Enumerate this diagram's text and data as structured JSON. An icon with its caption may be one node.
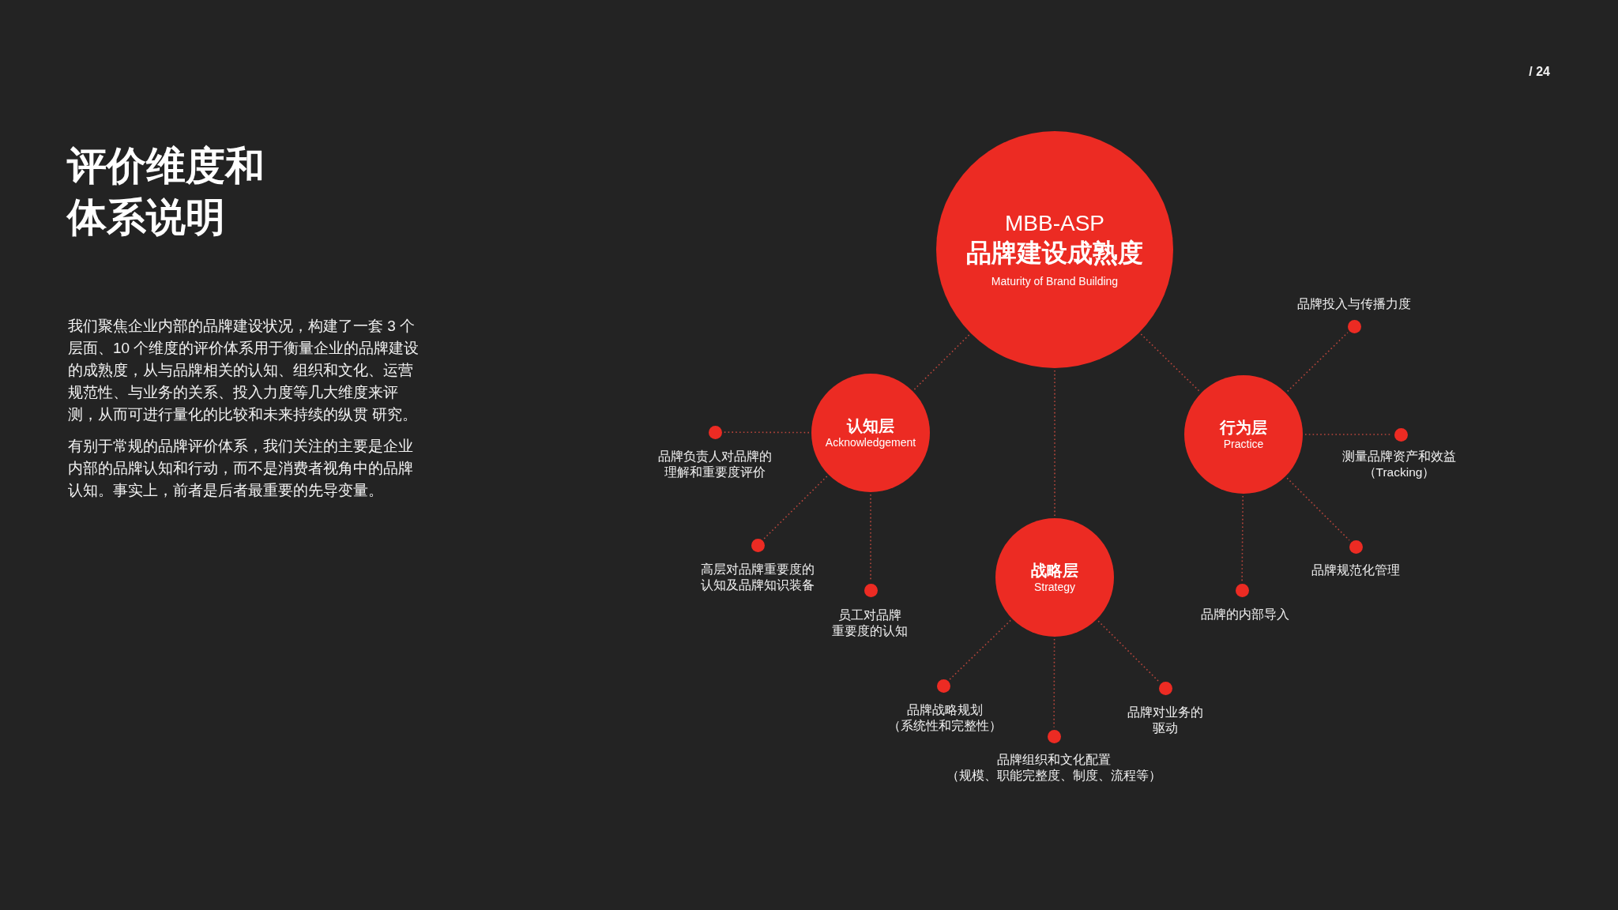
{
  "diagram": {
    "title": "评价维度和体系说明",
    "nodes": [
      {
        "text": [
          "MBB-ASP",
          "品牌建设成熟度",
          "Maturity of Brand Building"
        ]
      },
      {
        "text": [
          "认知层",
          "Acknowledgement"
        ]
      },
      {
        "text": [
          "行为层",
          "Practice"
        ]
      },
      {
        "text": [
          "战略层",
          "Strategy"
        ]
      },
      {
        "text": [],
        "shape": "circle",
        "beside": [
          "品牌负责人对品牌的理解和重要度评价"
        ]
      },
      {
        "text": [],
        "shape": "circle",
        "beside": [
          "高层对品牌重要度的认知及品牌知识装备"
        ]
      },
      {
        "text": [],
        "shape": "circle",
        "beside": [
          "员工对品牌重要度的认知"
        ]
      },
      {
        "text": [],
        "shape": "circle",
        "beside": [
          "品牌投入与传播力度"
        ]
      },
      {
        "text": [],
        "shape": "circle",
        "beside": [
          "测量品牌资产和效益（Tracking）"
        ]
      },
      {
        "text": [],
        "shape": "circle",
        "beside": [
          "品牌规范化管理"
        ]
      },
      {
        "text": [],
        "shape": "circle",
        "beside": [
          "品牌的内部导入"
        ]
      },
      {
        "text": [],
        "shape": "circle",
        "beside": [
          "品牌战略规划（系统性和完整性）"
        ]
      },
      {
        "text": [],
        "shape": "circle",
        "beside": [
          "品牌组织和文化配置（规模、职能完整度、制度、流程等）"
        ]
      },
      {
        "text": [],
        "shape": "circle",
        "beside": [
          "品牌对业务的驱动"
        ]
      }
    ],
    "edges": [
      {
        "from": 0,
        "to": 1,
        "arrow": "none"
      },
      {
        "from": 0,
        "to": 2,
        "arrow": "none"
      },
      {
        "from": 0,
        "to": 3,
        "arrow": "none"
      },
      {
        "from": 1,
        "to": 4,
        "arrow": "none"
      },
      {
        "from": 1,
        "to": 5,
        "arrow": "none"
      },
      {
        "from": 1,
        "to": 6,
        "arrow": "none"
      },
      {
        "from": 2,
        "to": 7,
        "arrow": "none"
      },
      {
        "from": 2,
        "to": 8,
        "arrow": "none"
      },
      {
        "from": 2,
        "to": 9,
        "arrow": "none"
      },
      {
        "from": 2,
        "to": 10,
        "arrow": "none"
      },
      {
        "from": 3,
        "to": 11,
        "arrow": "none"
      },
      {
        "from": 3,
        "to": 12,
        "arrow": "none"
      },
      {
        "from": 3,
        "to": 13,
        "arrow": "none"
      }
    ],
    "labels": [
      "/ 24",
      "我们聚焦企业内部的品牌建设状况，构建了一套 3 个层面、10 个维度的评价体系用于衡量企业的品牌建设的成熟度，从与品牌相关的认知、组织和文化、运营规范性、与业务的关系、投入力度等几大维度来评测，从而可进行量化的比较和未来持续的纵贯 研究。",
      "有别于常规的品牌评价体系，我们关注的主要是企业内部的品牌认知和行动，而不是消费者视角中的品牌认知。事实上，前者是后者最重要的先导变量。"
    ]
  }
}
